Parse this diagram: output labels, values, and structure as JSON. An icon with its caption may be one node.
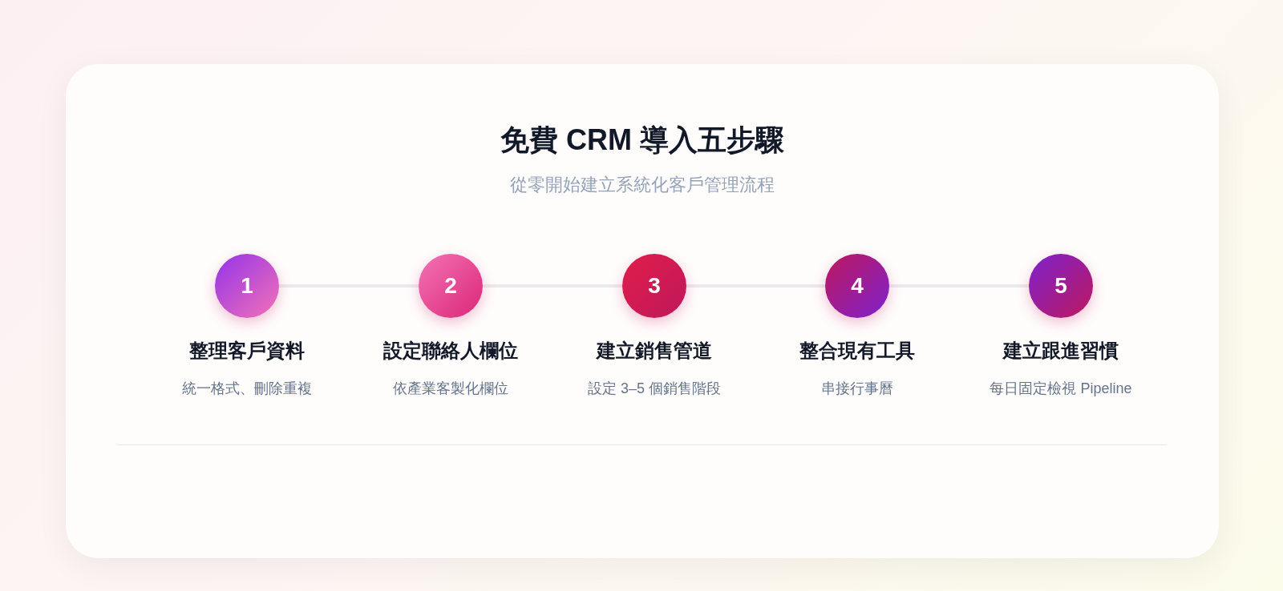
{
  "diagram": {
    "title": "免費 CRM 導入五步驟",
    "caption": "從零開始建立系統化客戶管理流程",
    "nodes": [
      {
        "text": [
          "1"
        ],
        "beside": [
          "整理客戶資料",
          "統一格式、刪除重複"
        ]
      },
      {
        "text": [
          "2"
        ],
        "beside": [
          "設定聯絡人欄位",
          "依產業客製化欄位"
        ]
      },
      {
        "text": [
          "3"
        ],
        "beside": [
          "建立銷售管道",
          "設定 3–5 個銷售階段"
        ]
      },
      {
        "text": [
          "4"
        ],
        "beside": [
          "整合現有工具",
          "串接行事曆"
        ]
      },
      {
        "text": [
          "5"
        ],
        "beside": [
          "建立跟進習慣",
          "每日固定檢視 Pipeline"
        ]
      }
    ],
    "edges": [
      {
        "from": 0,
        "to": 1,
        "arrow": "none"
      },
      {
        "from": 1,
        "to": 2,
        "arrow": "none"
      },
      {
        "from": 2,
        "to": 3,
        "arrow": "none"
      },
      {
        "from": 3,
        "to": 4,
        "arrow": "none"
      }
    ]
  }
}
